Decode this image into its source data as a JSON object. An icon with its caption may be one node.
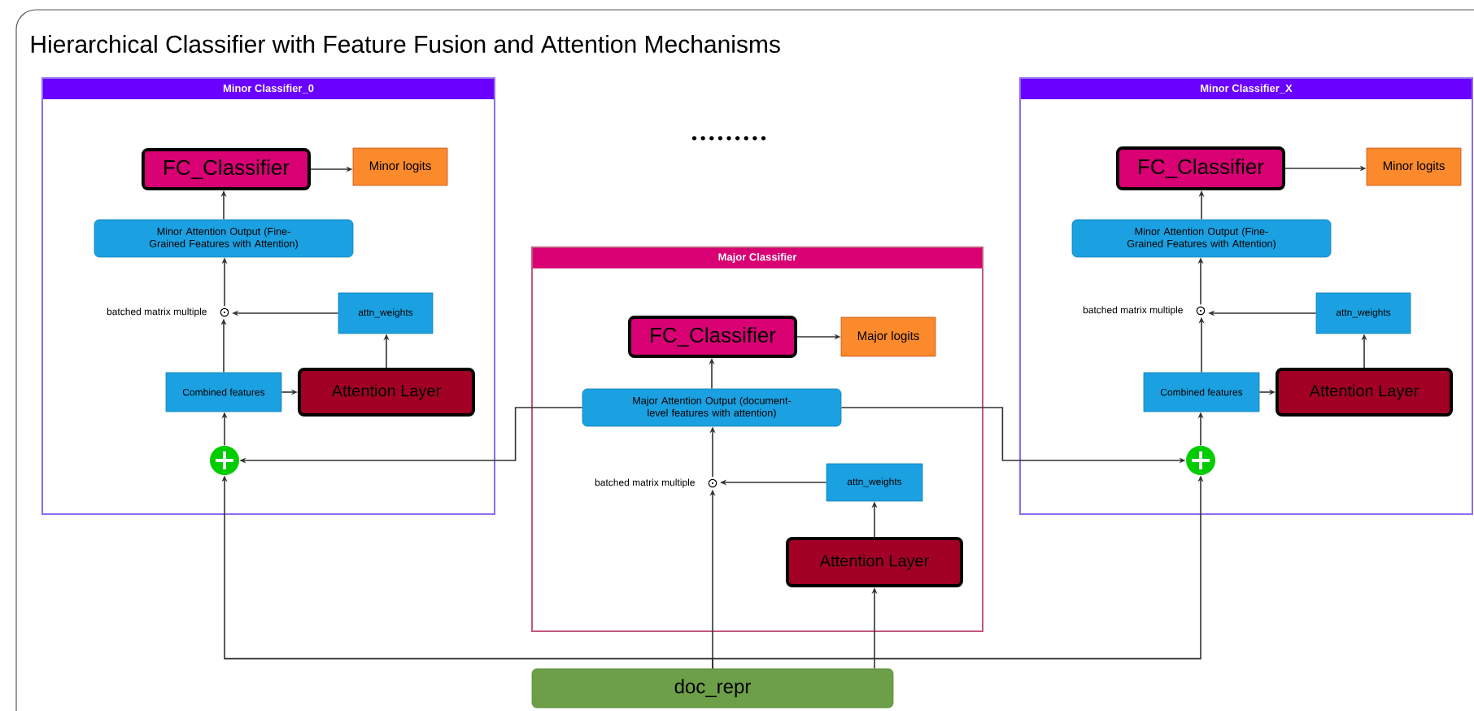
{
  "diagram": {
    "title": "Hierarchical Classifier with Feature Fusion and Attention Mechanisms",
    "nodes": [
      {
        "text": [
          "Minor Classifier_0"
        ]
      },
      {
        "text": [
          "FC_Classifier"
        ],
        "in": 0
      },
      {
        "text": [
          "Minor logits"
        ],
        "in": 0
      },
      {
        "text": [
          "Minor Attention Output (Fine-Grained Features with Attention)"
        ],
        "in": 0
      },
      {
        "text": [
          "⊙"
        ],
        "beside": [
          "batched matrix multiple"
        ],
        "in": 0
      },
      {
        "text": [
          "attn_weights"
        ],
        "in": 0
      },
      {
        "text": [
          "Combined features"
        ],
        "in": 0
      },
      {
        "text": [
          "Attention Layer"
        ],
        "in": 0
      },
      {
        "text": [],
        "shape": "circle",
        "in": 0
      },
      {
        "text": [
          "Major Classifier"
        ]
      },
      {
        "text": [
          "FC_Classifier"
        ],
        "in": 9
      },
      {
        "text": [
          "Major logits"
        ],
        "in": 9
      },
      {
        "text": [
          "Major Attention Output (document-level features with attention)"
        ],
        "in": 9
      },
      {
        "text": [
          "⊙"
        ],
        "beside": [
          "batched matrix multiple"
        ],
        "in": 9
      },
      {
        "text": [
          "attn_weights"
        ],
        "in": 9
      },
      {
        "text": [
          "Attention Layer"
        ],
        "in": 9
      },
      {
        "text": [
          "Minor Classifier_X"
        ]
      },
      {
        "text": [
          "FC_Classifier"
        ],
        "in": 16
      },
      {
        "text": [
          "Minor logits"
        ],
        "in": 16
      },
      {
        "text": [
          "Minor Attention Output (Fine-Grained Features with Attention)"
        ],
        "in": 16
      },
      {
        "text": [
          "⊙"
        ],
        "beside": [
          "batched matrix multiple"
        ],
        "in": 16
      },
      {
        "text": [
          "attn_weights"
        ],
        "in": 16
      },
      {
        "text": [
          "Combined features"
        ],
        "in": 16
      },
      {
        "text": [
          "Attention Layer"
        ],
        "in": 16
      },
      {
        "text": [],
        "shape": "circle",
        "in": 16
      },
      {
        "text": [
          "doc_repr"
        ]
      }
    ],
    "edges": [
      {
        "from": 1,
        "to": 2,
        "arrow": "to"
      },
      {
        "from": 3,
        "to": 1,
        "arrow": "to"
      },
      {
        "from": 4,
        "to": 3,
        "arrow": "to"
      },
      {
        "from": 5,
        "to": 4,
        "arrow": "to"
      },
      {
        "from": 6,
        "to": 4,
        "arrow": "to"
      },
      {
        "from": 6,
        "to": 7,
        "arrow": "to"
      },
      {
        "from": 7,
        "to": 5,
        "arrow": "to"
      },
      {
        "from": 8,
        "to": 6,
        "arrow": "to"
      },
      {
        "from": 10,
        "to": 11,
        "arrow": "to"
      },
      {
        "from": 12,
        "to": 10,
        "arrow": "to"
      },
      {
        "from": 13,
        "to": 12,
        "arrow": "to"
      },
      {
        "from": 14,
        "to": 13,
        "arrow": "to"
      },
      {
        "from": 15,
        "to": 14,
        "arrow": "to"
      },
      {
        "from": 17,
        "to": 18,
        "arrow": "to"
      },
      {
        "from": 19,
        "to": 17,
        "arrow": "to"
      },
      {
        "from": 20,
        "to": 19,
        "arrow": "to"
      },
      {
        "from": 21,
        "to": 20,
        "arrow": "to"
      },
      {
        "from": 22,
        "to": 20,
        "arrow": "to"
      },
      {
        "from": 22,
        "to": 23,
        "arrow": "to"
      },
      {
        "from": 23,
        "to": 21,
        "arrow": "to"
      },
      {
        "from": 24,
        "to": 22,
        "arrow": "to"
      },
      {
        "from": 12,
        "to": 8,
        "arrow": "to"
      },
      {
        "from": 12,
        "to": 24,
        "arrow": "to"
      },
      {
        "from": 25,
        "to": 8,
        "arrow": "to"
      },
      {
        "from": 25,
        "to": 13,
        "arrow": "to"
      },
      {
        "from": 25,
        "to": 15,
        "arrow": "to"
      },
      {
        "from": 25,
        "to": 24,
        "arrow": "to"
      }
    ],
    "labels": [
      "•••••••••"
    ]
  }
}
